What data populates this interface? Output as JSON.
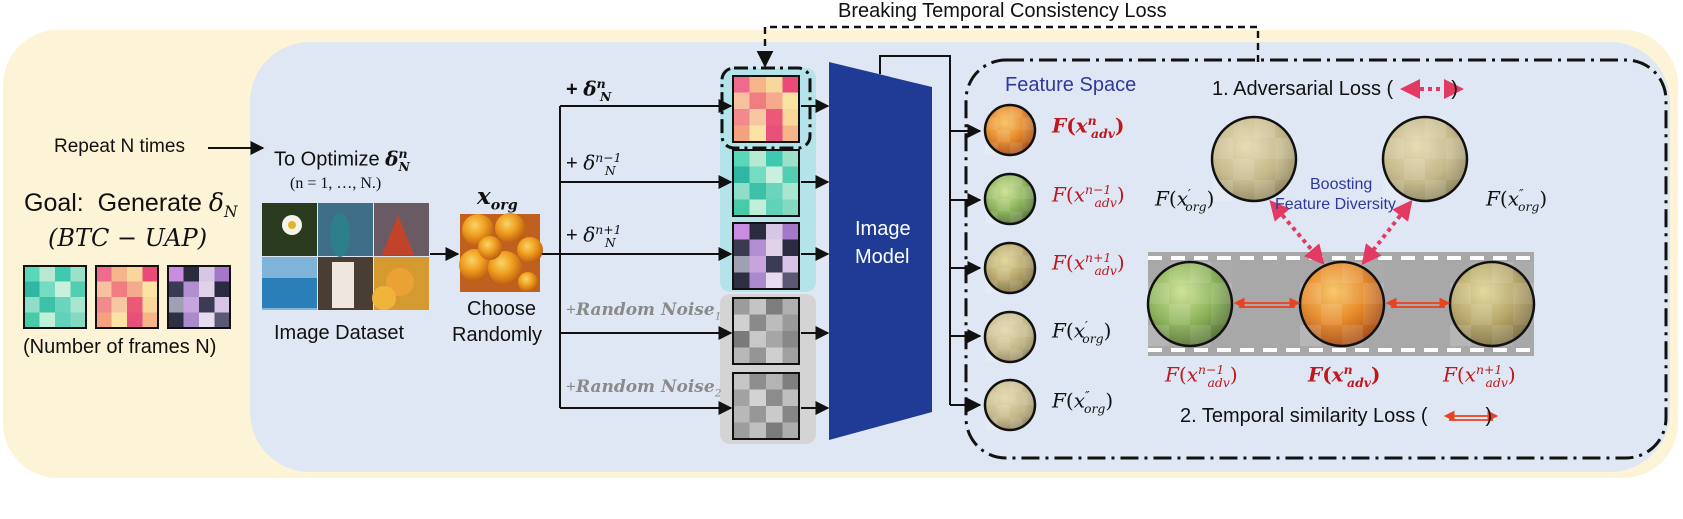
{
  "title_top": "Breaking Temporal Consistency Loss",
  "left": {
    "repeat": "Repeat N times",
    "goal_prefix": "Goal:",
    "goal_text": "Generate",
    "goal_symbol": "δ",
    "goal_symbol_sub": "N",
    "goal_paren": "(BTC − UAP)",
    "frames_caption": "(Number of frames N)"
  },
  "dataset": {
    "optimize_prefix": "To Optimize",
    "delta": "δ",
    "delta_sup": "n",
    "delta_sub": "N",
    "range": "(n = 1, …, N.)",
    "caption": "Image Dataset"
  },
  "xorg": {
    "label_main": "x",
    "label_sub": "org",
    "caption_line1": "Choose",
    "caption_line2": "Randomly"
  },
  "branches": [
    {
      "plus": "+",
      "sym": "δ",
      "sup": "n",
      "sub": "N",
      "bold": true
    },
    {
      "plus": "+",
      "sym": "δ",
      "sup": "n−1",
      "sub": "N",
      "bold": false
    },
    {
      "plus": "+",
      "sym": "δ",
      "sup": "n+1",
      "sub": "N",
      "bold": false
    },
    {
      "plus": "+",
      "sym": "Random Noise",
      "sub": "1",
      "grey": true
    },
    {
      "plus": "+",
      "sym": "Random Noise",
      "sub": "2",
      "grey": true
    }
  ],
  "model": {
    "line1": "Image",
    "line2": "Model"
  },
  "feature_space": "Feature Space",
  "features": [
    {
      "f": "F",
      "x": "x",
      "sup": "n",
      "sub": "adv",
      "red": true,
      "bold": true
    },
    {
      "f": "F",
      "x": "x",
      "sup": "n−1",
      "sub": "adv",
      "red": true,
      "bold": false
    },
    {
      "f": "F",
      "x": "x",
      "sup": "n+1",
      "sub": "adv",
      "red": true,
      "bold": false
    },
    {
      "f": "F",
      "x": "x",
      "sup": "′",
      "sub": "org",
      "red": false,
      "bold": false
    },
    {
      "f": "F",
      "x": "x",
      "sup": "″",
      "sub": "org",
      "red": false,
      "bold": false
    }
  ],
  "right": {
    "adv_loss": "1. Adversarial Loss (",
    "adv_loss_end": ")",
    "boost_line1": "Boosting",
    "boost_line2": "Feature Diversity",
    "left_circle_label": {
      "f": "F",
      "x": "x",
      "sup": "′",
      "sub": "org"
    },
    "right_circle_label": {
      "f": "F",
      "x": "x",
      "sup": "″",
      "sub": "org"
    },
    "bottom_labels": [
      {
        "f": "F",
        "x": "x",
        "sup": "n−1",
        "sub": "adv",
        "bold": false
      },
      {
        "f": "F",
        "x": "x",
        "sup": "n",
        "sub": "adv",
        "bold": true
      },
      {
        "f": "F",
        "x": "x",
        "sup": "n+1",
        "sub": "adv",
        "bold": false
      }
    ],
    "temp_loss": "2. Temporal similarity Loss (",
    "temp_loss_end": ")"
  },
  "colors": {
    "outer_bg": "#fdf3d6",
    "inner_bg": "#dfe7f4",
    "model": "#1f3b96",
    "teal_box": "#b4e4ea",
    "grey_box": "#d4d4d4",
    "red_arrow": "#e23a62",
    "orange_arrow": "#e8421e",
    "road": "#a8a8a8"
  },
  "patterns": {
    "pink": [
      "#ef6b8d",
      "#f6b48b",
      "#f9d79b",
      "#e94a78",
      "#f7c1a0",
      "#ef7c7f",
      "#f5a98d",
      "#fbe3a6",
      "#f28a8d",
      "#f7c6a3",
      "#ec5878",
      "#f9d79b",
      "#f3a17f",
      "#fbe3a6",
      "#e84f7a",
      "#f6b48b"
    ],
    "teal": [
      "#59d7b8",
      "#b7e8d0",
      "#3ecab0",
      "#9be0c8",
      "#2fb7a4",
      "#74dcc2",
      "#c9f0dc",
      "#52cdb4",
      "#8fdfc8",
      "#3cc0a8",
      "#6ad4bd",
      "#a8e6d0",
      "#48caa9",
      "#bfeed9",
      "#5fd2b9",
      "#84d9c2"
    ],
    "purple": [
      "#c98de0",
      "#2b2b3f",
      "#d6c8e4",
      "#a577c9",
      "#3a3a52",
      "#b28fd0",
      "#e1d2ea",
      "#2a2a40",
      "#9fa0b4",
      "#c7a4dd",
      "#3b3b55",
      "#d9c4e8",
      "#2e2e44",
      "#a98acb",
      "#e7dcef",
      "#5c5874"
    ],
    "grey1": [
      "#9c9c9c",
      "#c4c4c4",
      "#7d7d7d",
      "#b0b0b0",
      "#d0d0d0",
      "#8a8a8a",
      "#bcbcbc",
      "#9a9a9a",
      "#7a7a7a",
      "#c8c8c8",
      "#a6a6a6",
      "#888888",
      "#b8b8b8",
      "#959595",
      "#cfcfcf",
      "#a0a0a0"
    ],
    "grey2": [
      "#c6c6c6",
      "#8e8e8e",
      "#b4b4b4",
      "#7f7f7f",
      "#a2a2a2",
      "#d2d2d2",
      "#8c8c8c",
      "#bfbfbf",
      "#b8b8b8",
      "#979797",
      "#cacaca",
      "#868686",
      "#9d9d9d",
      "#c0c0c0",
      "#7b7b7b",
      "#adadad"
    ]
  }
}
